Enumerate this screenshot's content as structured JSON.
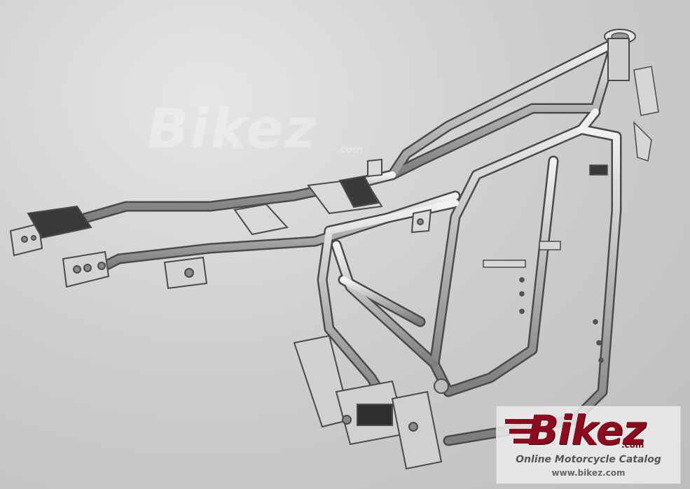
{
  "scene": {
    "subject_icon": "motorcycle-frame-icon",
    "background_color": "#cfcfcf",
    "metal_color": "#b8b8b8",
    "outline_color": "#4a4a4a"
  },
  "watermark": {
    "text": "Bikez",
    "domain": ".com"
  },
  "logo": {
    "wordmark": "Bikez",
    "domain": ".com",
    "tagline": "Online Motorcycle Catalog",
    "url": "www.bikez.com",
    "brand_color": "#8a0c1e"
  }
}
